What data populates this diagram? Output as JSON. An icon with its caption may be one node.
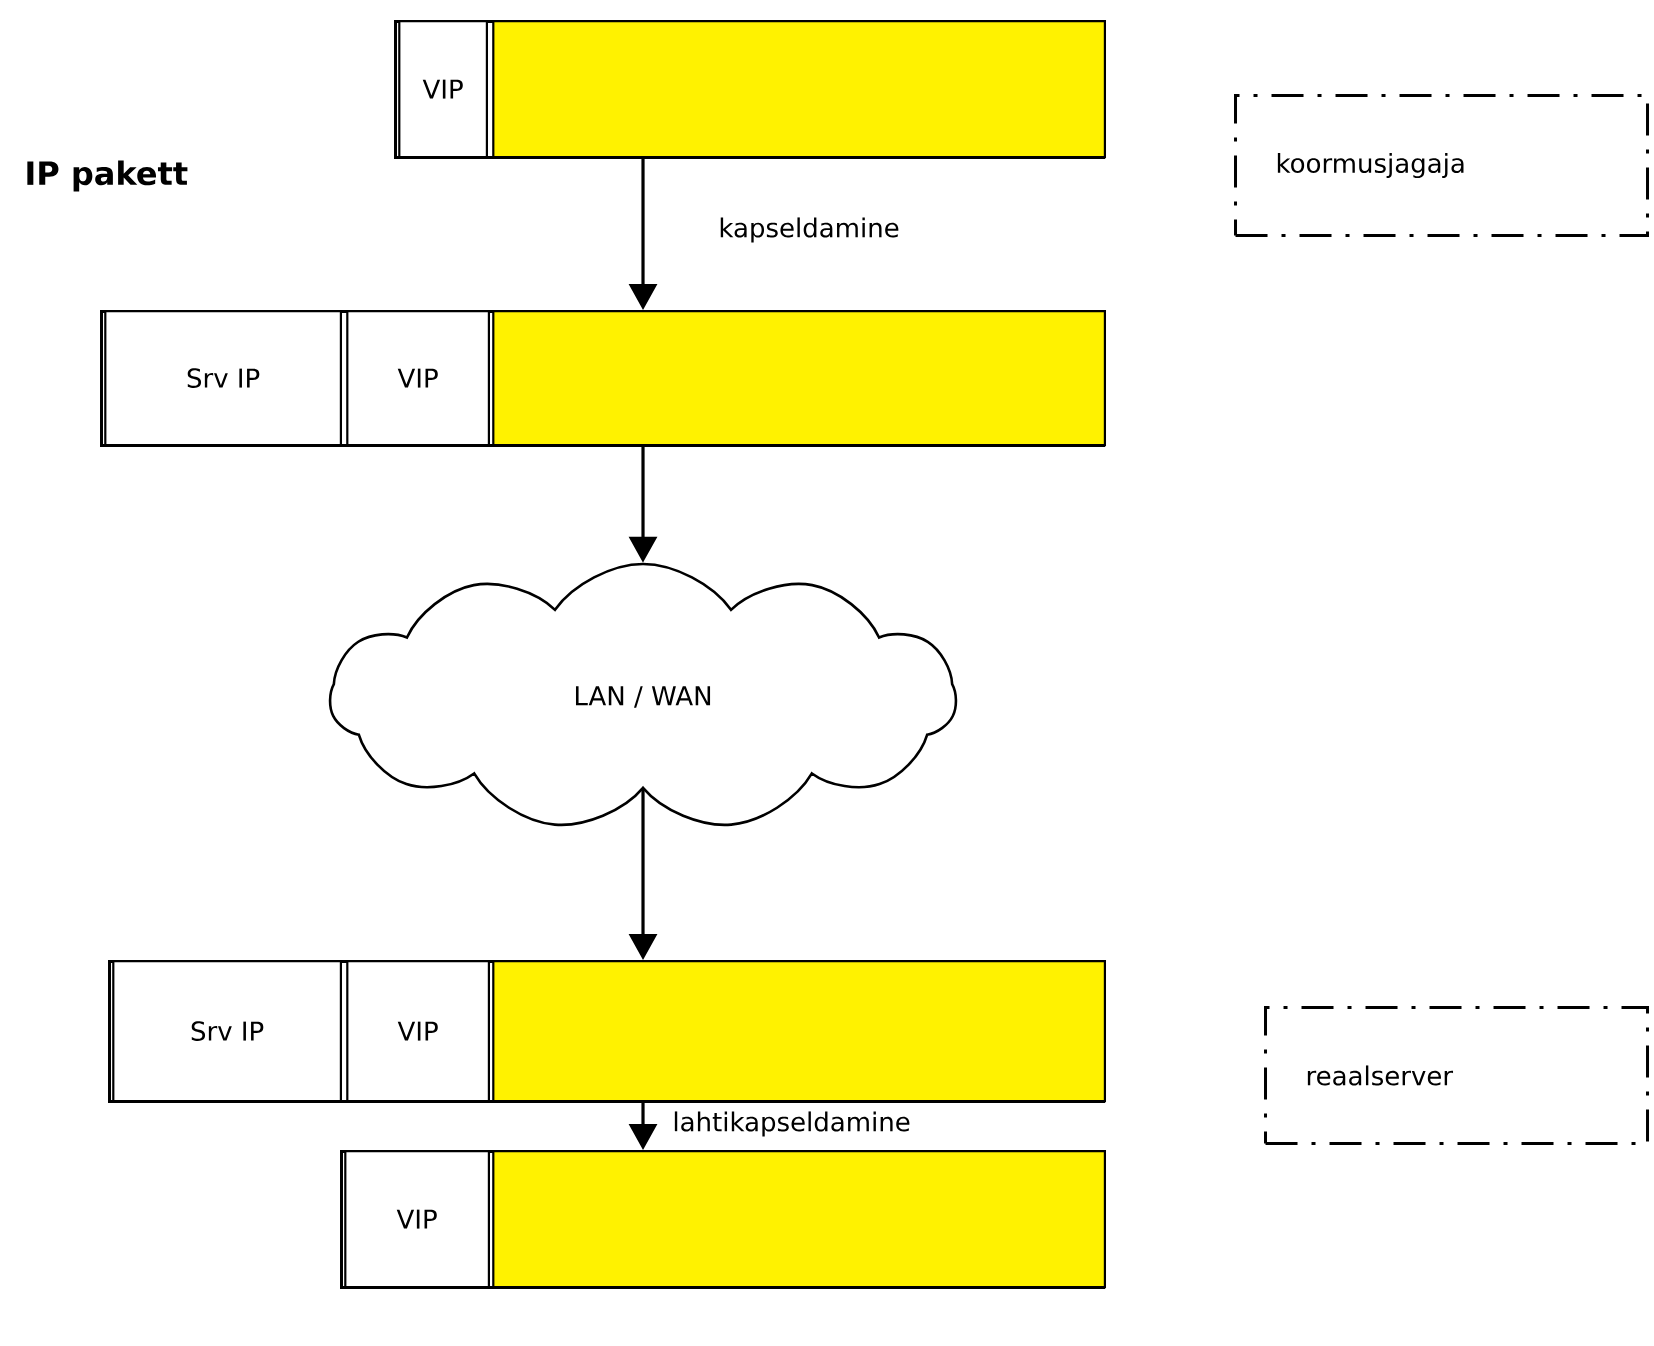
{
  "diagram": {
    "nodes": [
      {
        "text": [],
        "shape": "box"
      },
      {
        "text": [
          "VIP"
        ],
        "in": 0
      },
      {
        "text": [],
        "shape": "box",
        "in": 0
      },
      {
        "text": [],
        "shape": "box"
      },
      {
        "text": [
          "Srv IP"
        ],
        "in": 3
      },
      {
        "text": [
          "VIP"
        ],
        "in": 3
      },
      {
        "text": [],
        "shape": "box",
        "in": 3
      },
      {
        "text": [
          "LAN / WAN"
        ]
      },
      {
        "text": [],
        "shape": "box"
      },
      {
        "text": [
          "Srv IP"
        ],
        "in": 8
      },
      {
        "text": [
          "VIP"
        ],
        "in": 8
      },
      {
        "text": [],
        "shape": "box",
        "in": 8
      },
      {
        "text": [],
        "shape": "box"
      },
      {
        "text": [
          "VIP"
        ],
        "in": 12
      },
      {
        "text": [],
        "shape": "box",
        "in": 12
      },
      {
        "text": [
          "koormusjagaja"
        ]
      },
      {
        "text": [
          "reaalserver"
        ]
      }
    ],
    "edges": [
      {
        "from": 0,
        "to": 3,
        "arrow": "to",
        "label": "kapseldamine"
      },
      {
        "from": 3,
        "to": 7,
        "arrow": "to"
      },
      {
        "from": 7,
        "to": 8,
        "arrow": "to"
      },
      {
        "from": 8,
        "to": 12,
        "arrow": "to",
        "label": "lahtikapseldamine"
      }
    ],
    "labels": [
      "IP pakett"
    ]
  }
}
